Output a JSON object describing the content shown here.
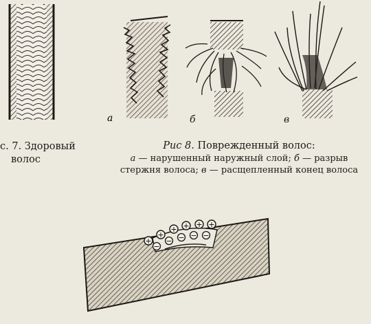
{
  "fig7": {
    "prefix": "с. 7.",
    "title_line1": "Здоровый",
    "title_line2": "волос"
  },
  "fig8": {
    "prefix": "Рис 8.",
    "title": "Поврежденный волос:",
    "labels": {
      "a": "а",
      "b": "б",
      "v": "в"
    },
    "desc_a_letter": "а",
    "desc_a": " — нарушенный наружный слой; ",
    "desc_b_letter": "б",
    "desc_b": " — разрыв",
    "desc_b2": "стержня волоса; ",
    "desc_v_letter": "в",
    "desc_v": " — расщепленный конец волоса"
  },
  "charge_diagram": {
    "plus_symbol": "+",
    "minus_symbol": "−",
    "plus_count": 6,
    "minus_count": 5
  }
}
